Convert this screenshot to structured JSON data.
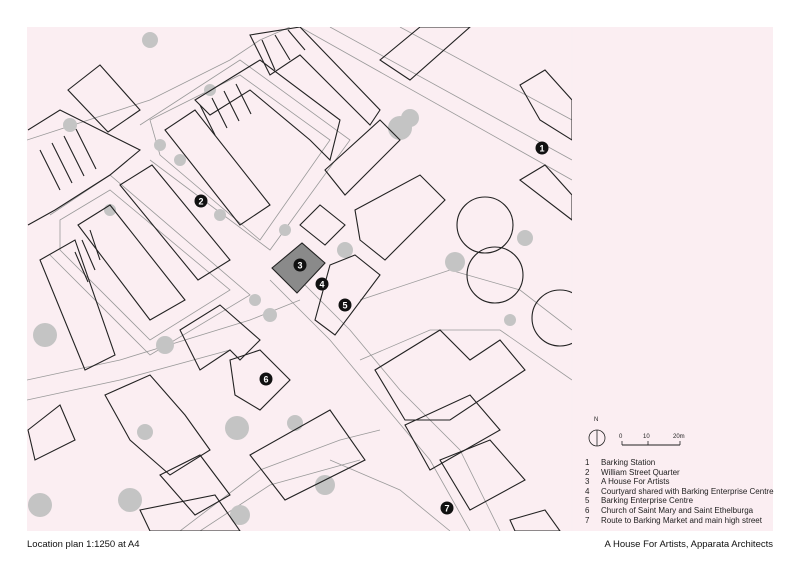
{
  "caption": {
    "left": "Location plan 1:1250 at A4",
    "right": "A House For Artists, Apparata Architects"
  },
  "north": {
    "label": "N"
  },
  "scale_bar": {
    "labels": [
      "0",
      "10",
      "20m"
    ]
  },
  "markers": [
    {
      "num": "1",
      "icon": "numbered-circle"
    },
    {
      "num": "2",
      "icon": "numbered-circle"
    },
    {
      "num": "3",
      "icon": "numbered-circle"
    },
    {
      "num": "4",
      "icon": "numbered-circle"
    },
    {
      "num": "5",
      "icon": "numbered-circle"
    },
    {
      "num": "6",
      "icon": "numbered-circle"
    },
    {
      "num": "7",
      "icon": "numbered-circle"
    }
  ],
  "legend": [
    {
      "num": "1",
      "label": "Barking Station"
    },
    {
      "num": "2",
      "label": "William Street Quarter"
    },
    {
      "num": "3",
      "label": "A House For Artists"
    },
    {
      "num": "4",
      "label": "Courtyard shared with Barking Enterprise Centre"
    },
    {
      "num": "5",
      "label": "Barking Enterprise Centre"
    },
    {
      "num": "6",
      "label": "Church of Saint Mary and Saint Ethelburga"
    },
    {
      "num": "7",
      "label": "Route to Barking Market and main high street"
    }
  ],
  "colors": {
    "map_background": "#fbeef2",
    "highlight_building": "#8a8a8a",
    "building_outline": "#222222",
    "trees": "#c4c4c4"
  }
}
